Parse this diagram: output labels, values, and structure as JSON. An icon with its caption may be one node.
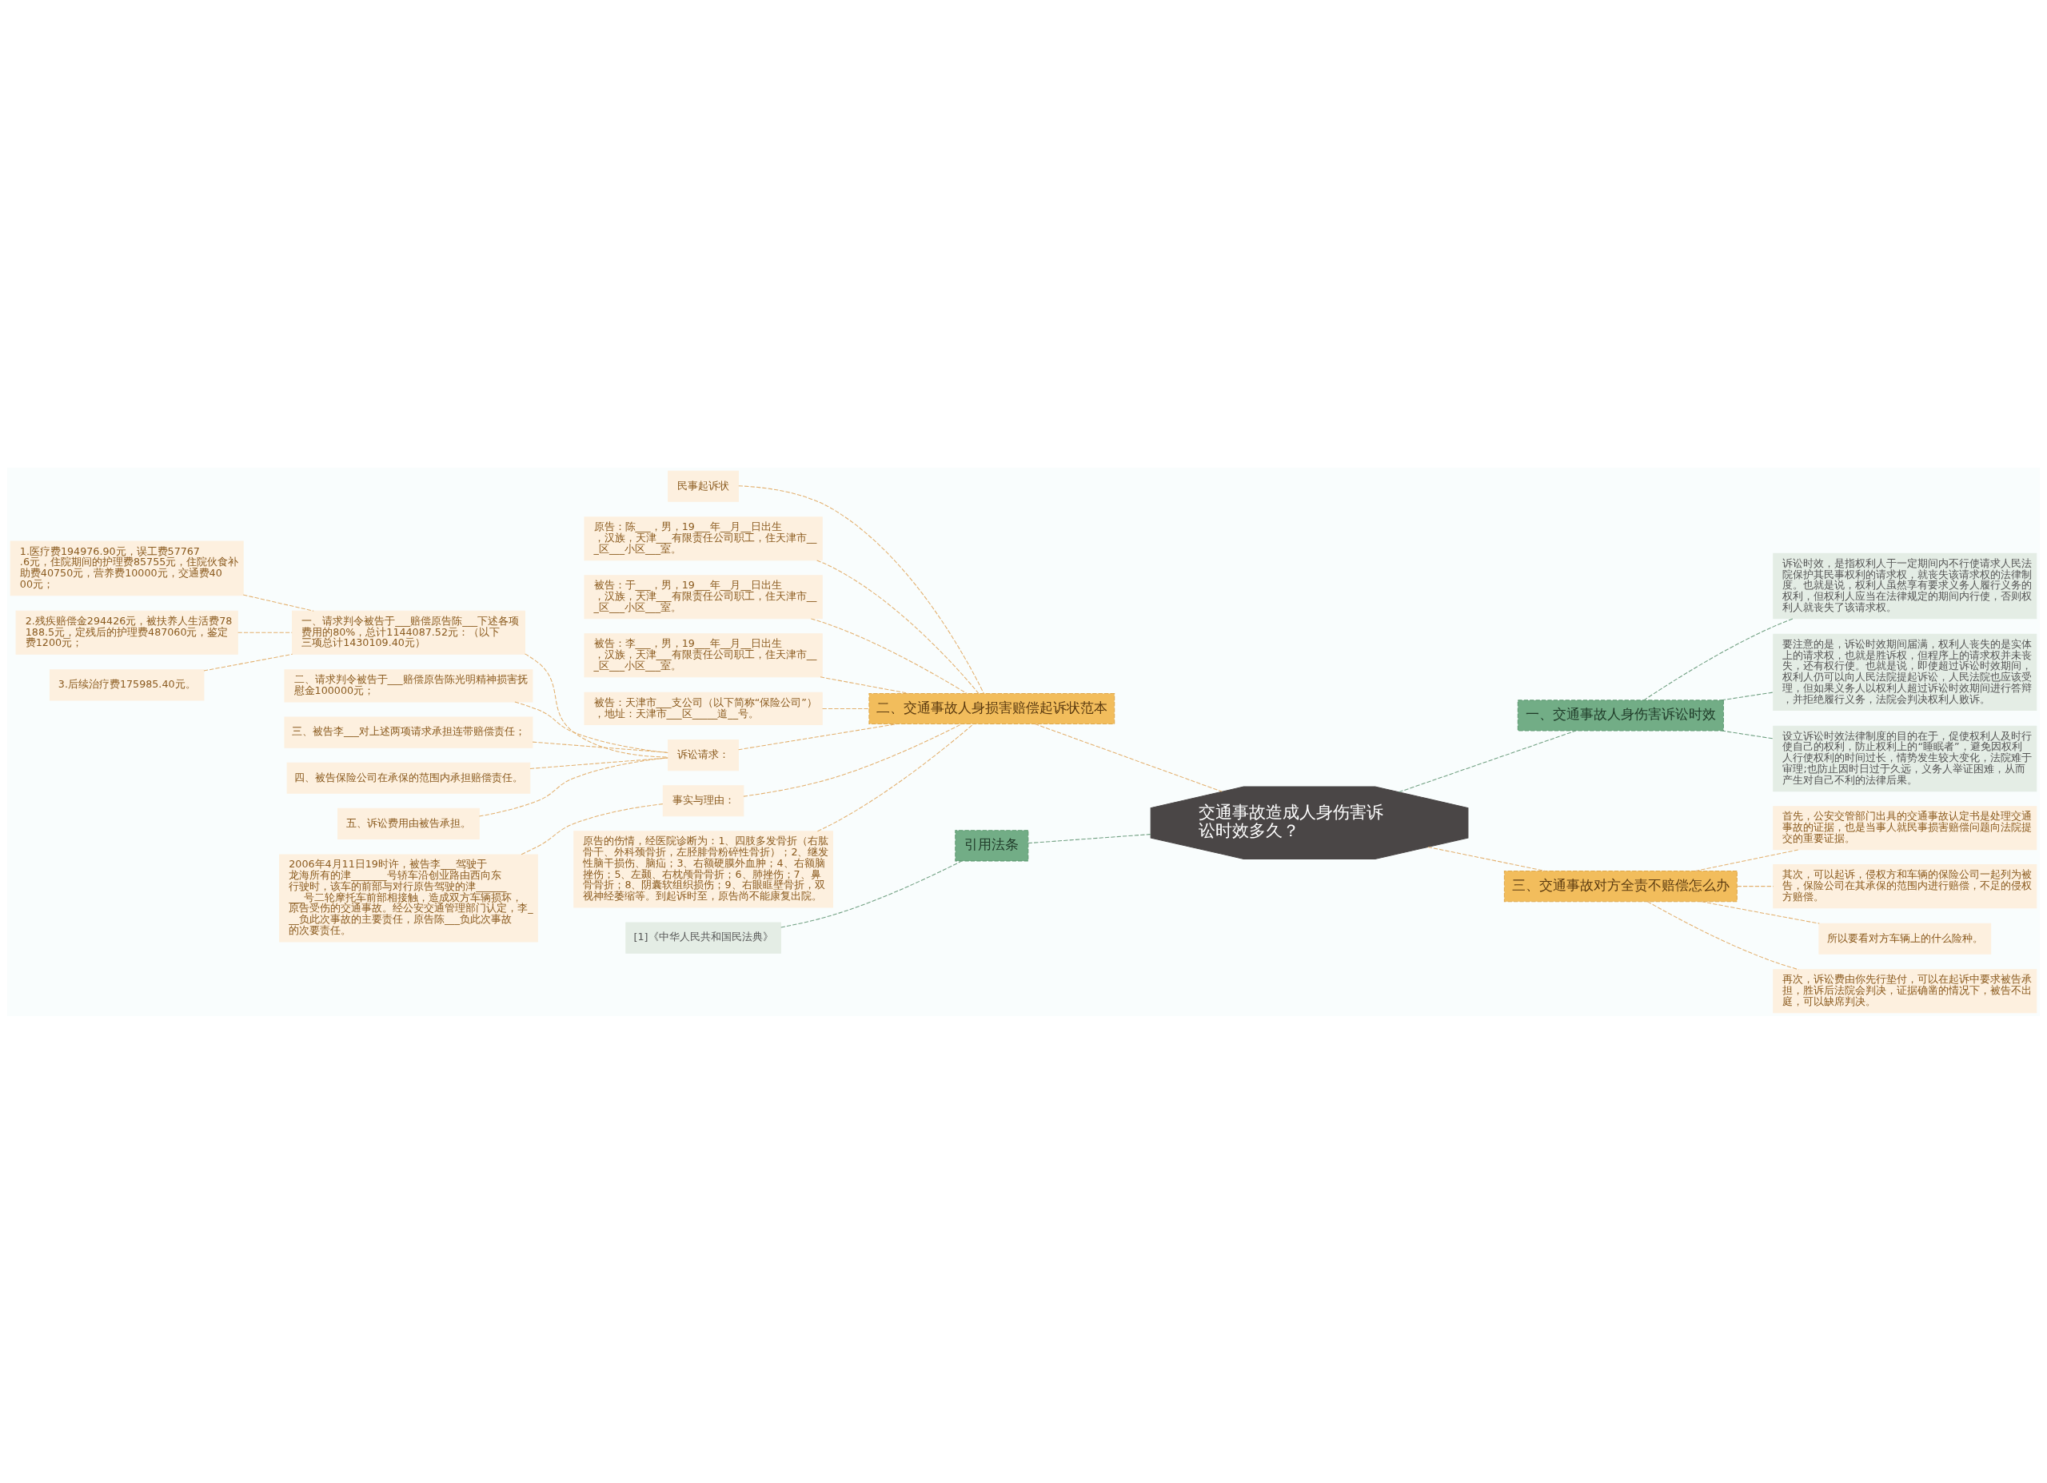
{
  "diagram": {
    "nodes": [
      {
        "text": [
          "交通事故造成人身伤害诉讼时效多久？"
        ]
      },
      {
        "text": [
          "二、交通事故人身损害赔偿起诉状范本"
        ]
      },
      {
        "text": [
          "民事起诉状"
        ]
      },
      {
        "text": [
          "原告：陈___，男，19___年__月__日出生，汉族，天津___有限责任公司职工，住天津市___区___小区___室。"
        ]
      },
      {
        "text": [
          "被告：于___，男，19___年__月__日出生，汉族，天津___有限责任公司职工，住天津市___区___小区___室。"
        ]
      },
      {
        "text": [
          "被告：李___，男，19___年__月__日出生，汉族，天津___有限责任公司职工，住天津市___区___小区___室。"
        ]
      },
      {
        "text": [
          "被告：天津市___支公司（以下简称“保险公司”），地址：天津市___区_____道__号。"
        ]
      },
      {
        "text": [
          "诉讼请求："
        ]
      },
      {
        "text": [
          "一、请求判令被告于___赔偿原告陈___下述各项费用的80%，总计1144087.52元：（以下三项总计1430109.40元）"
        ]
      },
      {
        "text": [
          "1.医疗费194976.90元，误工费57767.6元，住院期间的护理费85755元，住院伙食补助费40750元，营养费10000元，交通费4000元；"
        ]
      },
      {
        "text": [
          "2.残疾赔偿金294426元，被扶养人生活费78188.5元，定残后的护理费487060元，鉴定费1200元；"
        ]
      },
      {
        "text": [
          "3.后续治疗费175985.40元。"
        ]
      },
      {
        "text": [
          "二、请求判令被告于___赔偿原告陈光明精神损害抚慰金100000元；"
        ]
      },
      {
        "text": [
          "三、被告李___对上述两项请求承担连带赔偿责任；"
        ]
      },
      {
        "text": [
          "四、被告保险公司在承保的范围内承担赔偿责任。"
        ]
      },
      {
        "text": [
          "五、诉讼费用由被告承担。"
        ]
      },
      {
        "text": [
          "事实与理由："
        ]
      },
      {
        "text": [
          "2006年4月11日19时许，被告李___驾驶于龙海所有的津_______号轿车沿创业路由西向东行驶时，该车的前部与对行原告驾驶的津_________号二轮摩托车前部相接触，造成双方车辆损坏，原告受伤的交通事故。经公安交通管理部门认定，李___负此次事故的主要责任，原告陈___负此次事故的次要责任。"
        ]
      },
      {
        "text": [
          "原告的伤情，经医院诊断为：1、四肢多发骨折（右肱骨干、外科颈骨折，左胫腓骨粉碎性骨折）；2、继发性脑干损伤、脑疝；3、右额硬膜外血肿；4、右额脑挫伤；5、左颞、右枕颅骨骨折；6、肺挫伤；7、鼻骨骨折；8、阴囊软组织损伤；9、右眼眶壁骨折，双视神经萎缩等。到起诉时至，原告尚不能康复出院。"
        ]
      },
      {
        "text": [
          "引用法条"
        ]
      },
      {
        "text": [
          "[1]《中华人民共和国民法典》"
        ]
      },
      {
        "text": [
          "一、交通事故人身伤害诉讼时效"
        ]
      },
      {
        "text": [
          "诉讼时效，是指权利人于一定期间内不行使请求人民法院保护其民事权利的请求权，就丧失该请求权的法律制度。也就是说，权利人虽然享有要求义务人履行义务的权利，但权利人应当在法律规定的期间内行使，否则权利人就丧失了该请求权。"
        ]
      },
      {
        "text": [
          "要注意的是，诉讼时效期间届满，权利人丧失的是实体上的请求权，也就是胜诉权，但程序上的请求权并未丧失，还有权行使。也就是说，即使超过诉讼时效期间，权利人仍可以向人民法院提起诉讼，人民法院也应该受理，但如果义务人以权利人超过诉讼时效期间进行答辩，并拒绝履行义务，法院会判决权利人败诉。"
        ]
      },
      {
        "text": [
          "设立诉讼时效法律制度的目的在于，促使权利人及时行使自己的权利，防止权利上的“睡眠者”，避免因权利人行使权利的时间过长，情势发生较大变化，法院难于审理;也防止因时日过于久远，义务人举证困难，从而产生对自己不利的法律后果。"
        ]
      },
      {
        "text": [
          "三、交通事故对方全责不赔偿怎么办"
        ]
      },
      {
        "text": [
          "首先，公安交管部门出具的交通事故认定书是处理交通事故的证据，也是当事人就民事损害赔偿问题向法院提交的重要证据。"
        ]
      },
      {
        "text": [
          "其次，可以起诉，侵权方和车辆的保险公司一起列为被告，保险公司在其承保的范围内进行赔偿，不足的侵权方赔偿。"
        ]
      },
      {
        "text": [
          "所以要看对方车辆上的什么险种。"
        ]
      },
      {
        "text": [
          "再次，诉讼费由你先行垫付，可以在起诉中要求被告承担，胜诉后法院会判决，证据确凿的情况下，被告不出庭，可以缺席判决。"
        ]
      }
    ],
    "edges": [
      {
        "from": 0,
        "to": 1,
        "arrow": "none",
        "style": "dashed"
      },
      {
        "from": 1,
        "to": 2,
        "arrow": "none",
        "style": "dashed"
      },
      {
        "from": 1,
        "to": 3,
        "arrow": "none",
        "style": "dashed"
      },
      {
        "from": 1,
        "to": 4,
        "arrow": "none",
        "style": "dashed"
      },
      {
        "from": 1,
        "to": 5,
        "arrow": "none",
        "style": "dashed"
      },
      {
        "from": 1,
        "to": 6,
        "arrow": "none",
        "style": "dashed"
      },
      {
        "from": 1,
        "to": 7,
        "arrow": "none",
        "style": "dashed"
      },
      {
        "from": 7,
        "to": 8,
        "arrow": "none",
        "style": "dashed"
      },
      {
        "from": 8,
        "to": 9,
        "arrow": "none",
        "style": "dashed"
      },
      {
        "from": 8,
        "to": 10,
        "arrow": "none",
        "style": "dashed"
      },
      {
        "from": 8,
        "to": 11,
        "arrow": "none",
        "style": "dashed"
      },
      {
        "from": 7,
        "to": 12,
        "arrow": "none",
        "style": "dashed"
      },
      {
        "from": 7,
        "to": 13,
        "arrow": "none",
        "style": "dashed"
      },
      {
        "from": 7,
        "to": 14,
        "arrow": "none",
        "style": "dashed"
      },
      {
        "from": 7,
        "to": 15,
        "arrow": "none",
        "style": "dashed"
      },
      {
        "from": 1,
        "to": 16,
        "arrow": "none",
        "style": "dashed"
      },
      {
        "from": 16,
        "to": 17,
        "arrow": "none",
        "style": "dashed"
      },
      {
        "from": 1,
        "to": 18,
        "arrow": "none",
        "style": "dashed"
      },
      {
        "from": 0,
        "to": 19,
        "arrow": "none",
        "style": "dashed",
        "color": "#6f9f80"
      },
      {
        "from": 19,
        "to": 20,
        "arrow": "none",
        "style": "dashed",
        "color": "#6f9f80"
      },
      {
        "from": 0,
        "to": 21,
        "arrow": "none",
        "style": "dashed",
        "color": "#6f9f80"
      },
      {
        "from": 21,
        "to": 22,
        "arrow": "none",
        "style": "dashed",
        "color": "#6f9f80"
      },
      {
        "from": 21,
        "to": 23,
        "arrow": "none",
        "style": "dashed",
        "color": "#6f9f80"
      },
      {
        "from": 21,
        "to": 24,
        "arrow": "none",
        "style": "dashed",
        "color": "#6f9f80"
      },
      {
        "from": 0,
        "to": 25,
        "arrow": "none",
        "style": "dashed"
      },
      {
        "from": 25,
        "to": 26,
        "arrow": "none",
        "style": "dashed"
      },
      {
        "from": 25,
        "to": 27,
        "arrow": "none",
        "style": "dashed"
      },
      {
        "from": 25,
        "to": 28,
        "arrow": "none",
        "style": "dashed"
      },
      {
        "from": 25,
        "to": 29,
        "arrow": "none",
        "style": "dashed"
      }
    ]
  }
}
